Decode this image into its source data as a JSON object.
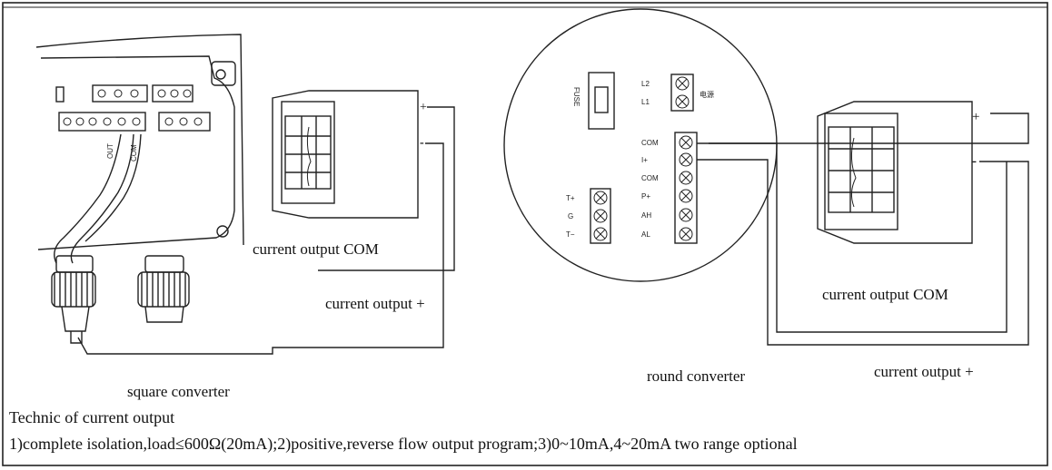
{
  "labels": {
    "square_converter": "square converter",
    "round_converter": "round converter",
    "left_com": "current output COM",
    "left_plus": "current output +",
    "right_com": "current output COM",
    "right_plus": "current output +",
    "footer_title": "Technic of current output",
    "footer_body": "1)complete isolation,load≤600Ω(20mA);2)positive,reverse flow output program;3)0~10mA,4~20mA two range optional"
  },
  "square_terminal_labels": {
    "out": "OUT",
    "com": "COM"
  },
  "meter_signs": {
    "left_plus": "+",
    "left_minus": "-",
    "right_plus": "+",
    "right_minus": "-"
  },
  "round_terminals": {
    "fuse_label": "FUSE",
    "power_top": [
      "L2",
      "L1"
    ],
    "power_text": "电源",
    "right_terms": [
      "COM",
      "I+",
      "COM",
      "P+",
      "AH",
      "AL"
    ],
    "left_terms": [
      "T+",
      "G",
      "T−"
    ]
  }
}
